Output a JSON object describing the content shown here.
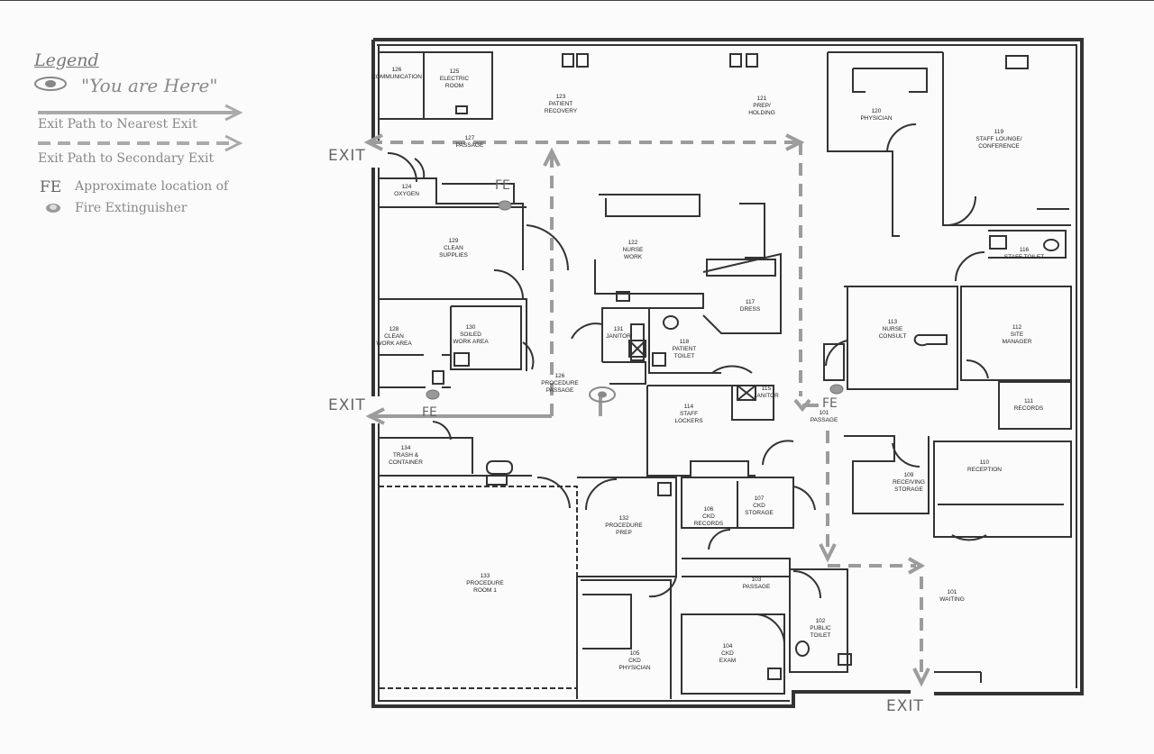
{
  "legend": {
    "title": "Legend",
    "you_are_here": "\"You are Here\"",
    "primary_exit": "Exit Path to Nearest Exit",
    "secondary_exit": "Exit Path to Secondary Exit",
    "fe_symbol": "FE",
    "fe_text_1": "Approximate location of",
    "fe_text_2": "Fire Extinguisher"
  },
  "exits": [
    "EXIT",
    "EXIT",
    "EXIT"
  ],
  "fe_tags": [
    "FE",
    "FE",
    "FE"
  ],
  "rooms": {
    "r126": [
      "126",
      "COMMUNICATION"
    ],
    "r125": [
      "125",
      "ELECTRIC",
      "ROOM"
    ],
    "r123": [
      "123",
      "PATIENT",
      "RECOVERY"
    ],
    "r121": [
      "121",
      "PREP/",
      "HOLDING"
    ],
    "r120": [
      "120",
      "PHYSICIAN"
    ],
    "r119": [
      "119",
      "STAFF LOUNGE/",
      "CONFERENCE"
    ],
    "r127": [
      "127",
      "PASSAGE"
    ],
    "r124": [
      "124",
      "OXYGEN"
    ],
    "r129": [
      "129",
      "CLEAN",
      "SUPPLIES"
    ],
    "r122": [
      "122",
      "NURSE",
      "WORK"
    ],
    "r116": [
      "116",
      "STAFF TOILET"
    ],
    "r117": [
      "117",
      "DRESS"
    ],
    "r128": [
      "128",
      "CLEAN",
      "WORK AREA"
    ],
    "r130": [
      "130",
      "SOILED",
      "WORK AREA"
    ],
    "r131": [
      "131",
      "JANITOR"
    ],
    "r118": [
      "118",
      "PATIENT",
      "TOILET"
    ],
    "r113": [
      "113",
      "NURSE",
      "CONSULT"
    ],
    "r112": [
      "112",
      "SITE",
      "MANAGER"
    ],
    "r126b": [
      "126",
      "PROCEDURE",
      "PASSAGE"
    ],
    "r115": [
      "115",
      "JANITOR"
    ],
    "r101b": [
      "101",
      "PASSAGE"
    ],
    "r111": [
      "111",
      "RECORDS"
    ],
    "r114": [
      "114",
      "STAFF",
      "LOCKERS"
    ],
    "r134": [
      "134",
      "TRASH &",
      "CONTAINER"
    ],
    "r110": [
      "110",
      "RECEPTION"
    ],
    "r109": [
      "109",
      "RECEIVING",
      "STORAGE"
    ],
    "r106": [
      "106",
      "CKD",
      "RECORDS"
    ],
    "r107": [
      "107",
      "CKD",
      "STORAGE"
    ],
    "r132": [
      "132",
      "PROCEDURE",
      "PREP"
    ],
    "r133": [
      "133",
      "PROCEDURE",
      "ROOM 1"
    ],
    "r103": [
      "103",
      "PASSAGE"
    ],
    "r101": [
      "101",
      "WAITING"
    ],
    "r102": [
      "102",
      "PUBLIC",
      "TOILET"
    ],
    "r104": [
      "104",
      "CKD",
      "EXAM"
    ],
    "r105": [
      "105",
      "CKD",
      "PHYSICIAN"
    ]
  }
}
